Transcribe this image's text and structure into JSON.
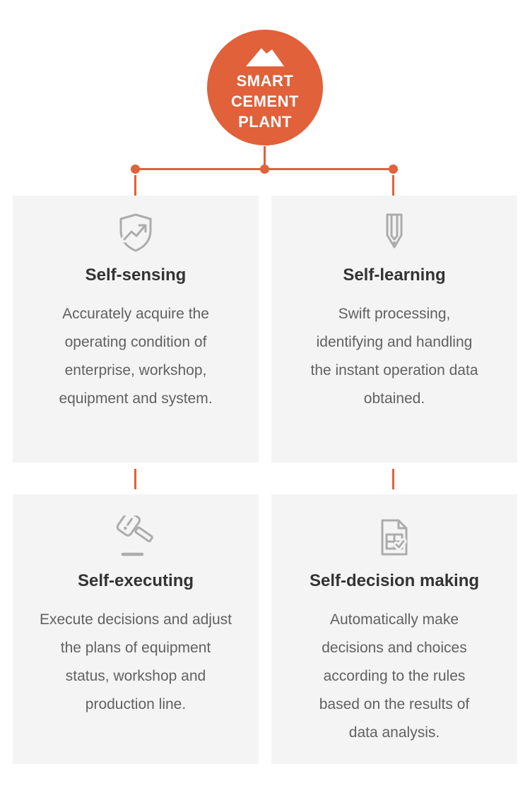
{
  "hub": {
    "title_lines": [
      "SMART",
      "CEMENT",
      "PLANT"
    ],
    "icon": "mountain-icon"
  },
  "colors": {
    "accent": "#E0613A",
    "card_background": "#F4F4F4",
    "heading_text": "#333333",
    "body_text": "#616161",
    "icon_gray": "#ACACAC"
  },
  "cards": [
    {
      "title": "Self-sensing",
      "icon": "shield-trend-icon",
      "body_lines": [
        "Accurately acquire the",
        "operating condition of",
        "enterprise, workshop,",
        "equipment and system."
      ]
    },
    {
      "title": "Self-learning",
      "icon": "pencil-icon",
      "body_lines": [
        "Swift processing,",
        "identifying and handling",
        "the instant operation data",
        "obtained."
      ]
    },
    {
      "title": "Self-executing",
      "icon": "gavel-icon",
      "body_lines": [
        "Execute decisions and adjust",
        "the plans of equipment",
        "status, workshop and",
        "production line."
      ]
    },
    {
      "title": "Self-decision making",
      "icon": "document-check-icon",
      "body_lines": [
        "Automatically make",
        "decisions and choices",
        "according to the rules",
        "based on the results of",
        "data analysis."
      ]
    }
  ]
}
